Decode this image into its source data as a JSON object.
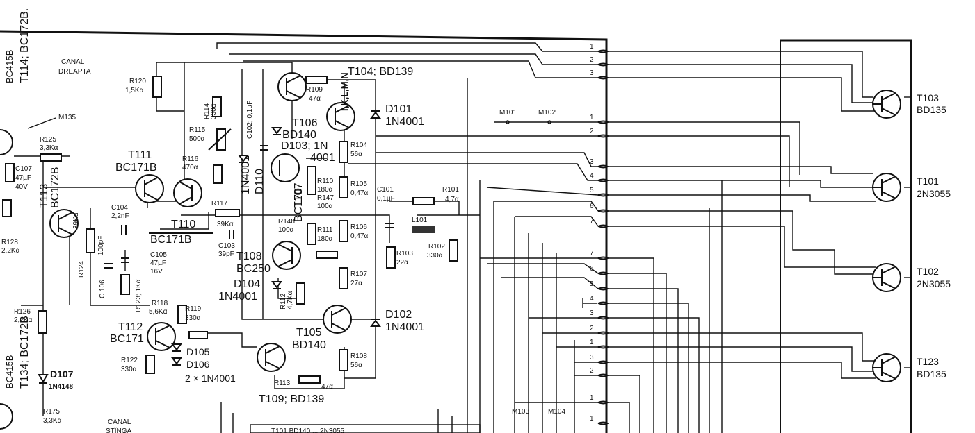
{
  "labels": {
    "canal_dreapta": [
      "CANAL",
      "DREAPTA"
    ],
    "canal_stanga": [
      "CANAL",
      "STÎNGA"
    ],
    "t114": "T114; BC172B.",
    "t134": "T134; BC172B",
    "bc415b_top": "BC415B",
    "bc415b_bot": "BC415B",
    "m135": "M135",
    "r125": [
      "R125",
      "3,3Kα"
    ],
    "c107": [
      "C107",
      "47µF",
      "40V"
    ],
    "r128": [
      "R128",
      "2,2Kα"
    ],
    "t113": [
      "T113",
      "BC172B"
    ],
    "r124": [
      "R124",
      "39Kα"
    ],
    "c104": [
      "C104",
      "2,2nF"
    ],
    "c100pf": "100pF",
    "c106": "C 106",
    "r120": [
      "R120",
      "1,5Kα"
    ],
    "t111": [
      "T111",
      "BC171B"
    ],
    "r114": [
      "R114",
      "330α"
    ],
    "r115": [
      "R115",
      "500α"
    ],
    "r116": [
      "R116",
      "470α"
    ],
    "c102": "C102; 0,1µF",
    "d110": "D110",
    "n4001": "1N4001",
    "r117": "R117",
    "r117v": "39Kα",
    "t110": [
      "T110",
      "BC171B"
    ],
    "c103": [
      "C103",
      "39pF"
    ],
    "c105": [
      "C105",
      "47µF",
      "16V"
    ],
    "r123": "R123; 1Kα",
    "r118": [
      "R118",
      "5,6Kα"
    ],
    "r119": [
      "R119",
      "330α"
    ],
    "t112": [
      "T112",
      "BC171"
    ],
    "r122": [
      "R122",
      "330α"
    ],
    "d105_106": [
      "D105",
      "D106",
      "2 × 1N4001"
    ],
    "r126": [
      "R126",
      "2,2Kα"
    ],
    "d107": [
      "D107",
      "1N4148"
    ],
    "r175": [
      "R175",
      "3,3Kα"
    ],
    "r109": [
      "R109",
      "47α"
    ],
    "t104": "T104; BD139",
    "t106": [
      "T106",
      "BD140"
    ],
    "d103": [
      "D103; 1N",
      "4001"
    ],
    "t107": [
      "T107",
      "BC170"
    ],
    "r110": [
      "R110",
      "180α"
    ],
    "r147": [
      "R147",
      "100α"
    ],
    "r148": [
      "R148",
      "100α"
    ],
    "r111": [
      "R111",
      "180α"
    ],
    "t108": [
      "T108",
      "BC250"
    ],
    "d104": [
      "D104",
      "1N4001"
    ],
    "r112": [
      "R112",
      "4,7Kα"
    ],
    "t105": [
      "T105",
      "BD140"
    ],
    "t109": "T109; BD139",
    "r113": "R113",
    "r113v": "47α",
    "r104": [
      "R104",
      "56α"
    ],
    "r105": [
      "R105",
      "0,47α"
    ],
    "r106": [
      "R106",
      "0,47α"
    ],
    "r107": [
      "R107",
      "27α"
    ],
    "r108": [
      "R108",
      "56α"
    ],
    "ikl": "I,K,L,M,N",
    "d101": [
      "D101",
      "1N4001"
    ],
    "d102": [
      "D102",
      "1N4001"
    ],
    "c101": [
      "C101",
      "0,1µF"
    ],
    "r101": [
      "R101",
      "4,7α"
    ],
    "l101": "L101",
    "r103": [
      "R103",
      "22α"
    ],
    "r102": [
      "R102",
      "330α"
    ],
    "m101": "M101",
    "m102": "M102",
    "m103": "M103",
    "m104": "M104",
    "t103": [
      "T103",
      "BD135"
    ],
    "t101": [
      "T101",
      "2N3055"
    ],
    "t102": [
      "T102",
      "2N3055"
    ],
    "t123": [
      "T123",
      "BD135"
    ],
    "bottom_partial": "T101 BD140 ... 2N3055",
    "pins": [
      "1",
      "2",
      "3",
      "1",
      "2",
      "3",
      "4",
      "5",
      "6",
      "7",
      "7",
      "6",
      "5",
      "4",
      "3",
      "2",
      "1",
      "3",
      "2",
      "1",
      "1"
    ]
  }
}
